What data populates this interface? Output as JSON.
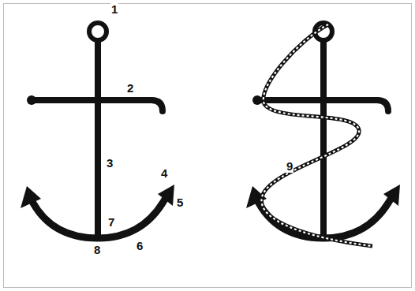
{
  "diagram": {
    "labels": [
      "1",
      "2",
      "3",
      "4",
      "5",
      "7",
      "6",
      "8",
      "9"
    ]
  }
}
